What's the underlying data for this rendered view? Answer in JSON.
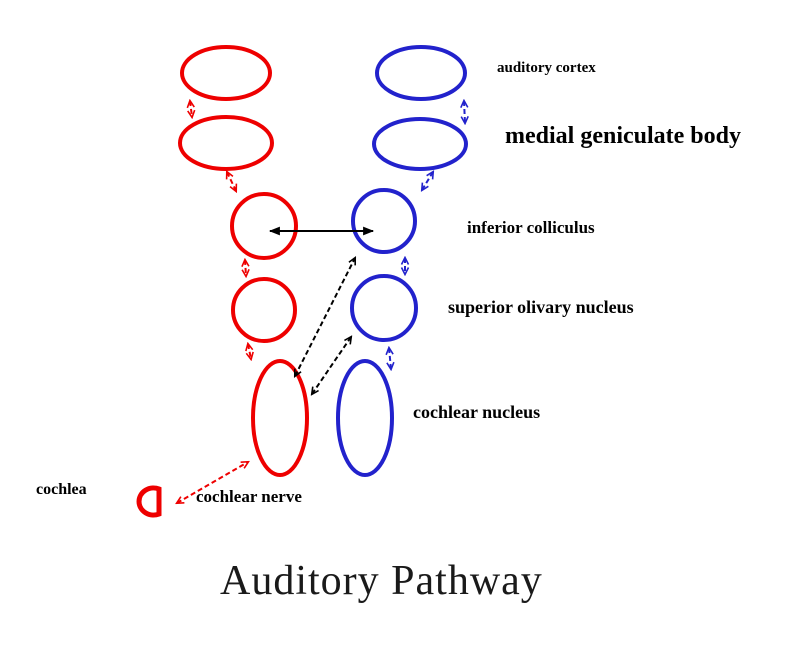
{
  "diagram": {
    "title": "Auditory Pathway",
    "labels": {
      "auditory_cortex": "auditory cortex",
      "medial_geniculate_body": "medial geniculate body",
      "inferior_colliculus": "inferior colliculus",
      "superior_olivary_nucleus": "superior olivary nucleus",
      "cochlear_nucleus": "cochlear nucleus",
      "cochlea": "cochlea",
      "cochlear_nerve": "cochlear nerve"
    },
    "colors": {
      "left_pathway": "#ee0000",
      "right_pathway": "#2222cc",
      "interaural_connections": "#000000",
      "label_text": "#000000",
      "background": "#ffffff"
    },
    "nodes": [
      {
        "id": "cochlea",
        "label": "cochlea",
        "pathway": "left",
        "color": "red"
      },
      {
        "id": "cochlear-nucleus-left",
        "label": "cochlear nucleus",
        "pathway": "left",
        "color": "red"
      },
      {
        "id": "superior-olivary-left",
        "label": "superior olivary nucleus",
        "pathway": "left",
        "color": "red"
      },
      {
        "id": "inferior-colliculus-left",
        "label": "inferior colliculus",
        "pathway": "left",
        "color": "red"
      },
      {
        "id": "medial-geniculate-left",
        "label": "medial geniculate body",
        "pathway": "left",
        "color": "red"
      },
      {
        "id": "auditory-cortex-left",
        "label": "auditory cortex",
        "pathway": "left",
        "color": "red"
      },
      {
        "id": "cochlear-nucleus-right",
        "label": "cochlear nucleus",
        "pathway": "right",
        "color": "blue"
      },
      {
        "id": "superior-olivary-right",
        "label": "superior olivary nucleus",
        "pathway": "right",
        "color": "blue"
      },
      {
        "id": "inferior-colliculus-right",
        "label": "inferior colliculus",
        "pathway": "right",
        "color": "blue"
      },
      {
        "id": "medial-geniculate-right",
        "label": "medial geniculate body",
        "pathway": "right",
        "color": "blue"
      },
      {
        "id": "auditory-cortex-right",
        "label": "auditory cortex",
        "pathway": "right",
        "color": "blue"
      }
    ],
    "connections": [
      {
        "from": "cochlea",
        "to": "cochlear-nucleus-left",
        "label": "cochlear nerve",
        "color": "red",
        "style": "dashed",
        "bidirectional": true
      },
      {
        "from": "cochlear-nucleus-left",
        "to": "superior-olivary-left",
        "color": "red",
        "style": "dashed",
        "bidirectional": true
      },
      {
        "from": "superior-olivary-left",
        "to": "inferior-colliculus-left",
        "color": "red",
        "style": "dashed",
        "bidirectional": true
      },
      {
        "from": "inferior-colliculus-left",
        "to": "medial-geniculate-left",
        "color": "red",
        "style": "dashed",
        "bidirectional": true
      },
      {
        "from": "medial-geniculate-left",
        "to": "auditory-cortex-left",
        "color": "red",
        "style": "dashed",
        "bidirectional": true
      },
      {
        "from": "cochlear-nucleus-right",
        "to": "superior-olivary-right",
        "color": "blue",
        "style": "dashed",
        "bidirectional": true
      },
      {
        "from": "superior-olivary-right",
        "to": "inferior-colliculus-right",
        "color": "blue",
        "style": "dashed",
        "bidirectional": true
      },
      {
        "from": "inferior-colliculus-right",
        "to": "medial-geniculate-right",
        "color": "blue",
        "style": "dashed",
        "bidirectional": true
      },
      {
        "from": "medial-geniculate-right",
        "to": "auditory-cortex-right",
        "color": "blue",
        "style": "dashed",
        "bidirectional": true
      },
      {
        "from": "inferior-colliculus-left",
        "to": "inferior-colliculus-right",
        "color": "black",
        "style": "solid",
        "bidirectional": true
      },
      {
        "from": "cochlear-nucleus-left",
        "to": "inferior-colliculus-right",
        "color": "black",
        "style": "dashed",
        "bidirectional": true
      },
      {
        "from": "cochlear-nucleus-left",
        "to": "superior-olivary-right",
        "color": "black",
        "style": "dashed",
        "bidirectional": true
      }
    ]
  }
}
